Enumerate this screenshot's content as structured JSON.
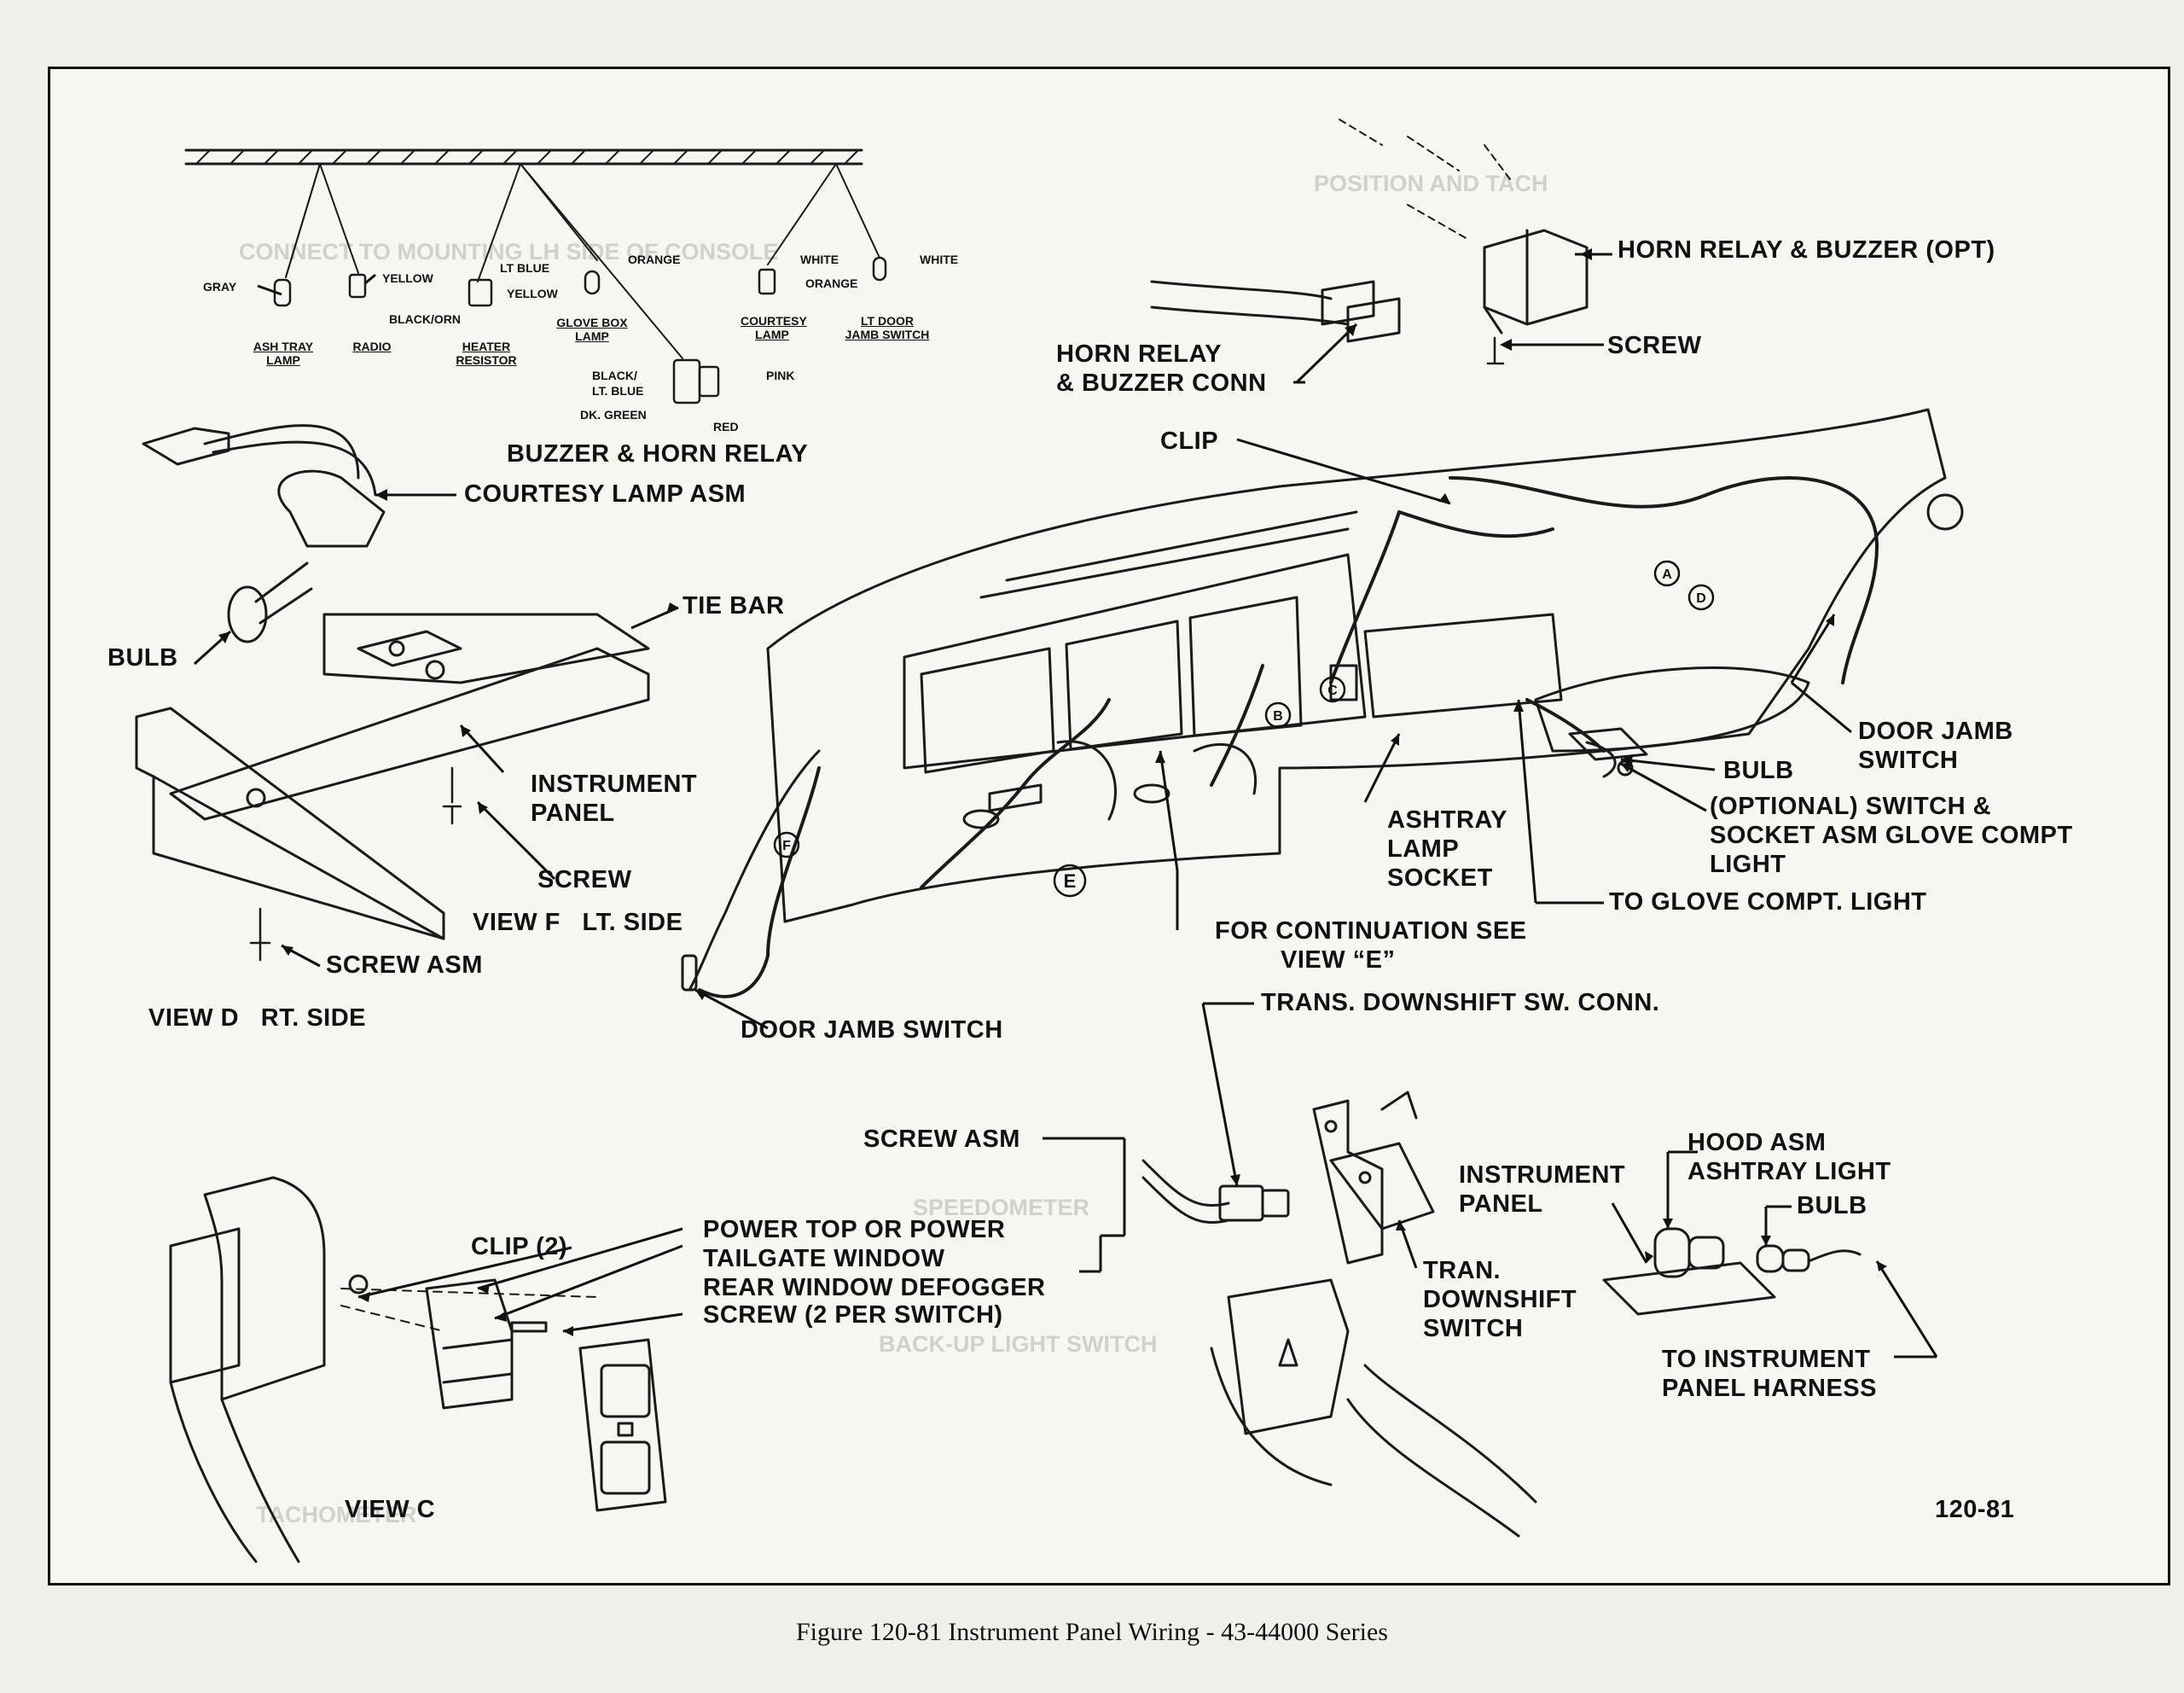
{
  "figure": {
    "caption": "Figure 120-81 Instrument Panel Wiring - 43-44000 Series",
    "number": "120-81"
  },
  "connector_legend": {
    "colors": [
      "GRAY",
      "YELLOW",
      "LT BLUE",
      "YELLOW",
      "BLACK/ORN",
      "ORANGE",
      "WHITE",
      "ORANGE",
      "WHITE",
      "BLACK/",
      "LT. BLUE",
      "PINK",
      "DK. GREEN",
      "RED"
    ],
    "components": [
      "ASH TRAY LAMP",
      "RADIO",
      "HEATER RESISTOR",
      "GLOVE BOX LAMP",
      "COURTESY LAMP",
      "LT DOOR JAMB SWITCH"
    ]
  },
  "labels": {
    "horn_relay_buzzer_opt": "HORN RELAY & BUZZER (OPT)",
    "screw_top": "SCREW",
    "horn_relay_buzzer_conn": "HORN RELAY\n& BUZZER CONN",
    "clip": "CLIP",
    "buzzer_horn_relay": "BUZZER & HORN RELAY",
    "courtesy_lamp_asm": "COURTESY LAMP ASM",
    "tie_bar": "TIE BAR",
    "bulb_left": "BULB",
    "instrument_panel_left": "INSTRUMENT\nPANEL",
    "screw_left": "SCREW",
    "view_f": "VIEW F   LT. SIDE",
    "screw_asm_left": "SCREW ASM",
    "view_d": "VIEW D   RT. SIDE",
    "door_jamb_switch_bottom": "DOOR JAMB SWITCH",
    "door_jamb_switch_right": "DOOR JAMB\nSWITCH",
    "bulb_right": "BULB",
    "optional_switch": "(OPTIONAL) SWITCH &\nSOCKET ASM GLOVE COMPT\nLIGHT",
    "ashtray_lamp_socket": "ASHTRAY\nLAMP\nSOCKET",
    "to_glove_compt_light": "TO GLOVE COMPT. LIGHT",
    "for_continuation": "FOR CONTINUATION SEE\n         VIEW “E”",
    "trans_downshift_conn": "TRANS. DOWNSHIFT SW. CONN.",
    "screw_asm_center": "SCREW ASM",
    "clip_2": "CLIP (2)",
    "switch_list": "POWER TOP OR POWER\nTAILGATE WINDOW\nREAR WINDOW DEFOGGER",
    "screw_2_per_switch": "SCREW (2 PER SWITCH)",
    "view_c": "VIEW C",
    "tran_downshift_switch": "TRAN.\nDOWNSHIFT\nSWITCH",
    "instrument_panel_right": "INSTRUMENT\nPANEL",
    "hood_asm": "HOOD ASM\nASHTRAY LIGHT",
    "bulb_hood": "BULB",
    "to_instrument_panel_harness": "TO INSTRUMENT\nPANEL HARNESS"
  },
  "view_markers": [
    "A",
    "B",
    "C",
    "D",
    "E",
    "F"
  ]
}
